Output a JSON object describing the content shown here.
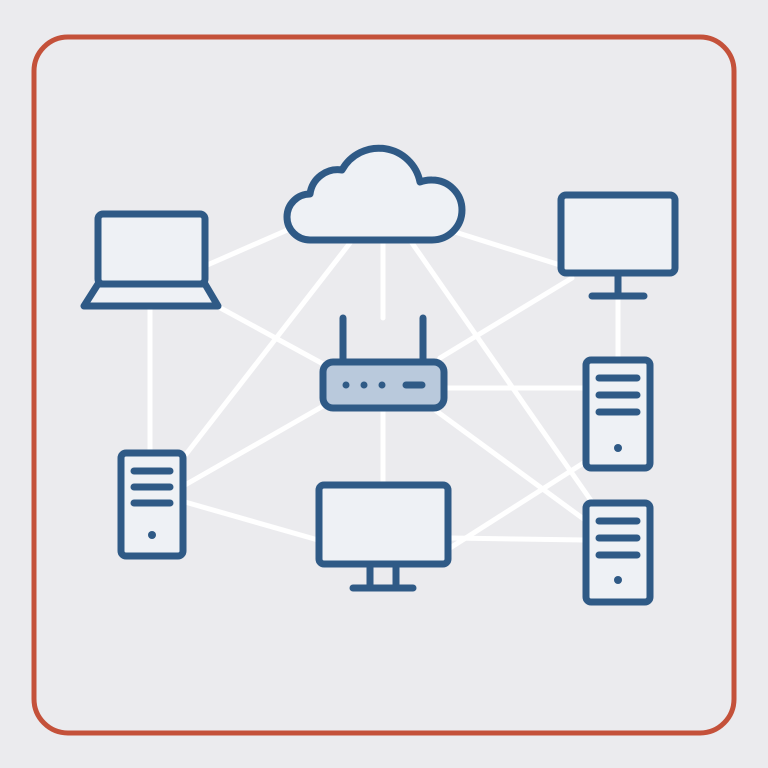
{
  "colors": {
    "background": "#ebebee",
    "frame": "#c4513a",
    "icon_stroke": "#2f5a86",
    "icon_fill": "#eef1f5",
    "router_fill": "#b9c9dc",
    "link": "#ffffff"
  },
  "nodes": [
    {
      "id": "cloud",
      "icon": "cloud-icon"
    },
    {
      "id": "laptop",
      "icon": "laptop-icon"
    },
    {
      "id": "monitor-top-right",
      "icon": "monitor-icon"
    },
    {
      "id": "router",
      "icon": "router-icon"
    },
    {
      "id": "server-left",
      "icon": "server-icon"
    },
    {
      "id": "monitor-bottom",
      "icon": "monitor-icon"
    },
    {
      "id": "server-right-top",
      "icon": "server-icon"
    },
    {
      "id": "server-right-bottom",
      "icon": "server-icon"
    }
  ]
}
